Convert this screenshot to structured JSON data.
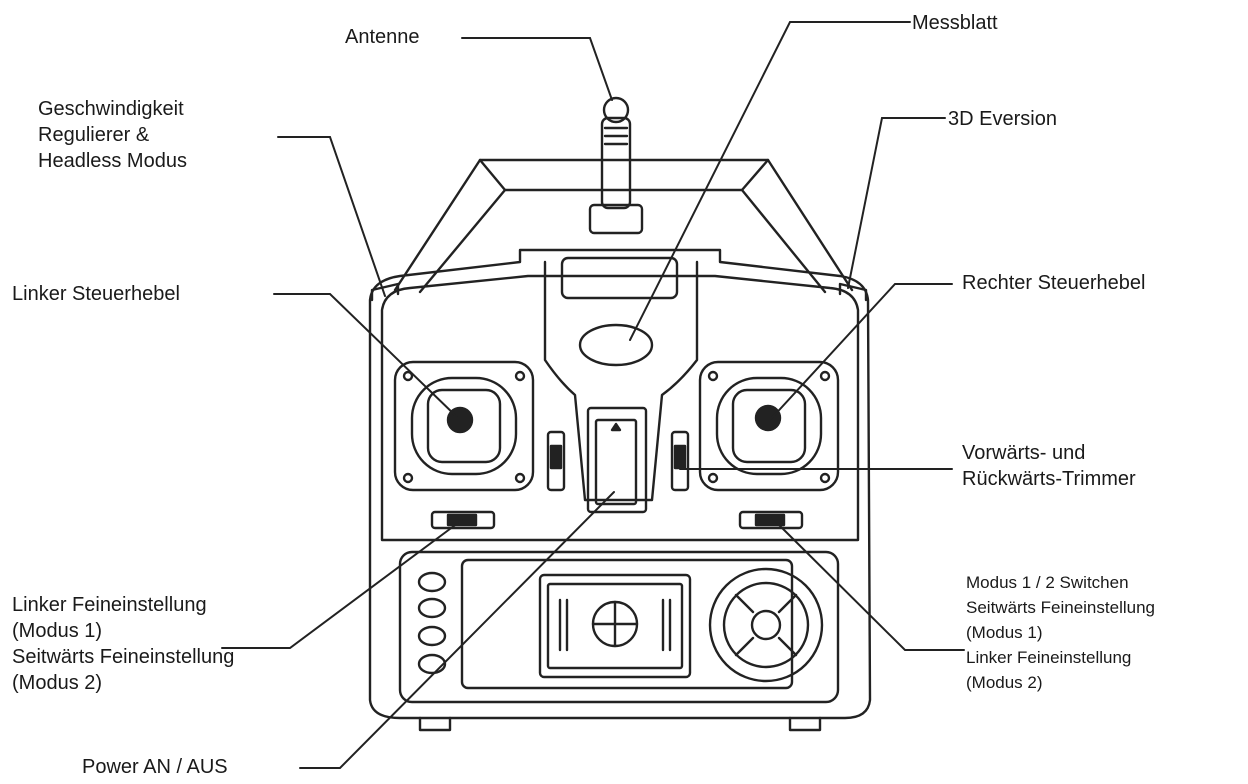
{
  "labels": {
    "antenne": [
      "Antenne"
    ],
    "messblatt": [
      "Messblatt"
    ],
    "geschwindigkeit": [
      "Geschwindigkeit",
      "Regulierer &",
      "Headless Modus"
    ],
    "eversion": [
      "3D Eversion"
    ],
    "linker_steuerhebel": [
      "Linker Steuerhebel"
    ],
    "rechter_steuerhebel": [
      "Rechter Steuerhebel"
    ],
    "trimmer": [
      "Vorwärts- und",
      "Rückwärts-Trimmer"
    ],
    "linker_feineinstellung": [
      "Linker Feineinstellung",
      "(Modus 1)",
      "Seitwärts Feineinstellung",
      "(Modus 2)"
    ],
    "modus_switchen": [
      "Modus 1 / 2 Switchen",
      "Seitwärts Feineinstellung",
      "(Modus 1)",
      "Linker Feineinstellung",
      "(Modus 2)"
    ],
    "power": [
      "Power AN / AUS"
    ]
  },
  "colors": {
    "line": "#222222",
    "fill": "#ffffff",
    "dark": "#1a1a1a"
  }
}
